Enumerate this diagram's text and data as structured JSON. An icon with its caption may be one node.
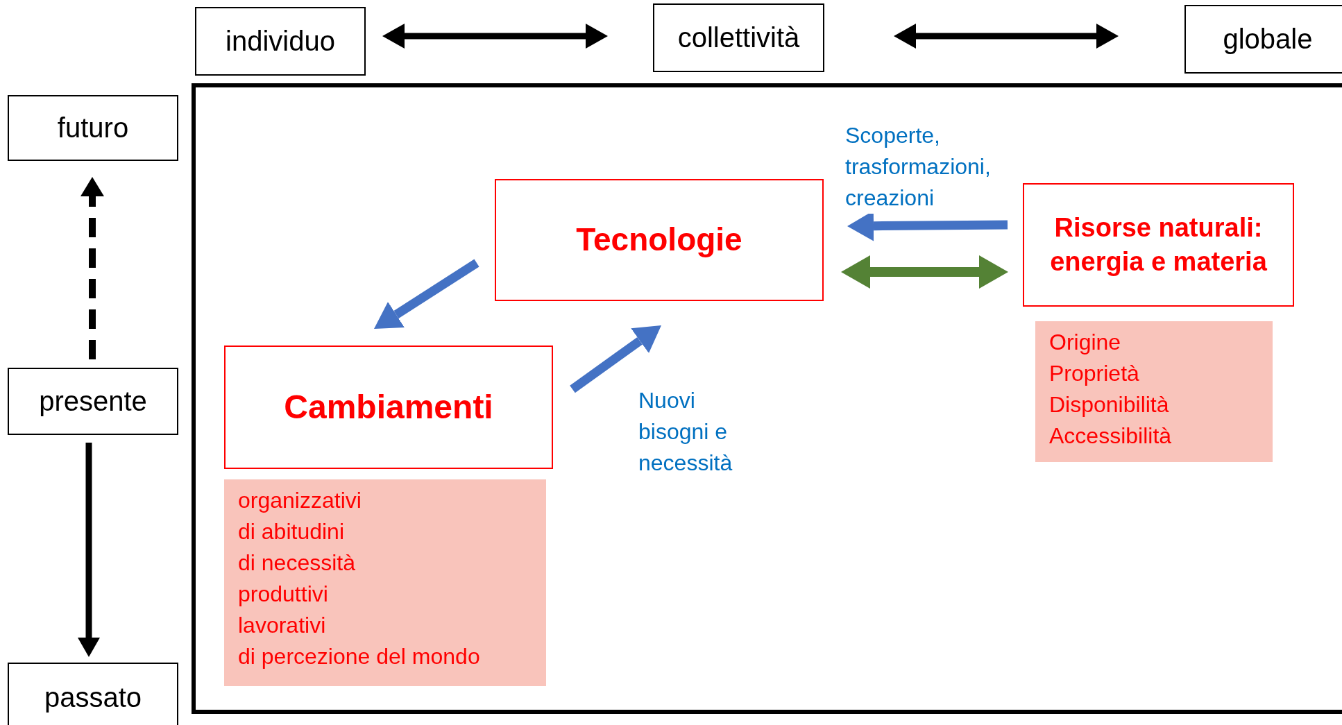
{
  "diagram": {
    "nodes": [
      {
        "text": [
          "individuo"
        ]
      },
      {
        "text": [
          "collettività"
        ]
      },
      {
        "text": [
          "globale"
        ]
      },
      {
        "text": [
          "futuro"
        ]
      },
      {
        "text": [
          "presente"
        ]
      },
      {
        "text": [
          "passato"
        ]
      },
      {
        "text": [],
        "shape": "box"
      },
      {
        "text": [
          "Tecnologie"
        ],
        "in": 6
      },
      {
        "text": [
          "Risorse naturali: energia e materia"
        ],
        "in": 6
      },
      {
        "text": [
          "Origine",
          "Proprietà",
          "Disponibilità",
          "Accessibilità"
        ],
        "in": 6
      },
      {
        "text": [
          "Cambiamenti"
        ],
        "in": 6
      },
      {
        "text": [
          "organizzativi",
          "di abitudini",
          "di necessità",
          "produttivi",
          "lavorativi",
          "di percezione del mondo"
        ],
        "in": 6
      }
    ],
    "edges": [
      {
        "from": 0,
        "to": 1,
        "arrow": "both"
      },
      {
        "from": 1,
        "to": 2,
        "arrow": "both"
      },
      {
        "from": 4,
        "to": 3,
        "arrow": "to",
        "style": "dashed"
      },
      {
        "from": 4,
        "to": 5,
        "arrow": "to"
      },
      {
        "from": 8,
        "to": 7,
        "arrow": "to",
        "label": "Scoperte, trasformazioni, creazioni",
        "color": "#4472c4"
      },
      {
        "from": 7,
        "to": 8,
        "arrow": "both",
        "color": "#548235"
      },
      {
        "from": 7,
        "to": 10,
        "arrow": "to",
        "color": "#4472c4"
      },
      {
        "from": 10,
        "to": 7,
        "arrow": "to",
        "label": "Nuovi bisogni e necessità",
        "color": "#4472c4"
      }
    ]
  }
}
